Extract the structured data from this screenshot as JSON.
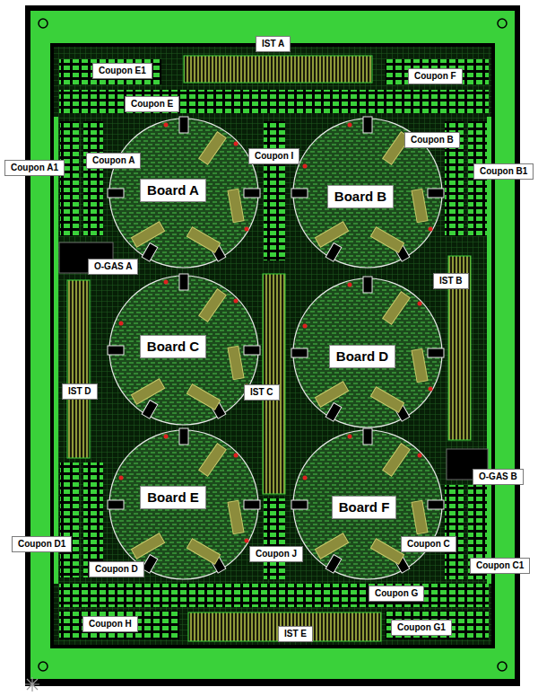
{
  "diagram": {
    "nodes": [
      {
        "text": [
          "IST A"
        ]
      },
      {
        "text": [
          "Coupon E1"
        ]
      },
      {
        "text": [
          "Coupon F"
        ]
      },
      {
        "text": [
          "Coupon E"
        ]
      },
      {
        "text": [
          "Coupon B"
        ]
      },
      {
        "text": [
          "Coupon I"
        ]
      },
      {
        "text": [
          "Coupon A"
        ]
      },
      {
        "text": [
          "Coupon A1"
        ]
      },
      {
        "text": [
          "Coupon B1"
        ]
      },
      {
        "text": [
          "Board A"
        ]
      },
      {
        "text": [
          "Board B"
        ]
      },
      {
        "text": [
          "O-GAS A"
        ]
      },
      {
        "text": [
          "IST B"
        ]
      },
      {
        "text": [
          "Board C"
        ]
      },
      {
        "text": [
          "Board D"
        ]
      },
      {
        "text": [
          "IST D"
        ]
      },
      {
        "text": [
          "IST C"
        ]
      },
      {
        "text": [
          "O-GAS B"
        ]
      },
      {
        "text": [
          "Board E"
        ]
      },
      {
        "text": [
          "Board F"
        ]
      },
      {
        "text": [
          "Coupon D1"
        ]
      },
      {
        "text": [
          "Coupon C"
        ]
      },
      {
        "text": [
          "Coupon J"
        ]
      },
      {
        "text": [
          "Coupon C1"
        ]
      },
      {
        "text": [
          "Coupon D"
        ]
      },
      {
        "text": [
          "Coupon G"
        ]
      },
      {
        "text": [
          "Coupon H"
        ]
      },
      {
        "text": [
          "Coupon G1"
        ]
      },
      {
        "text": [
          "IST E"
        ]
      }
    ]
  }
}
